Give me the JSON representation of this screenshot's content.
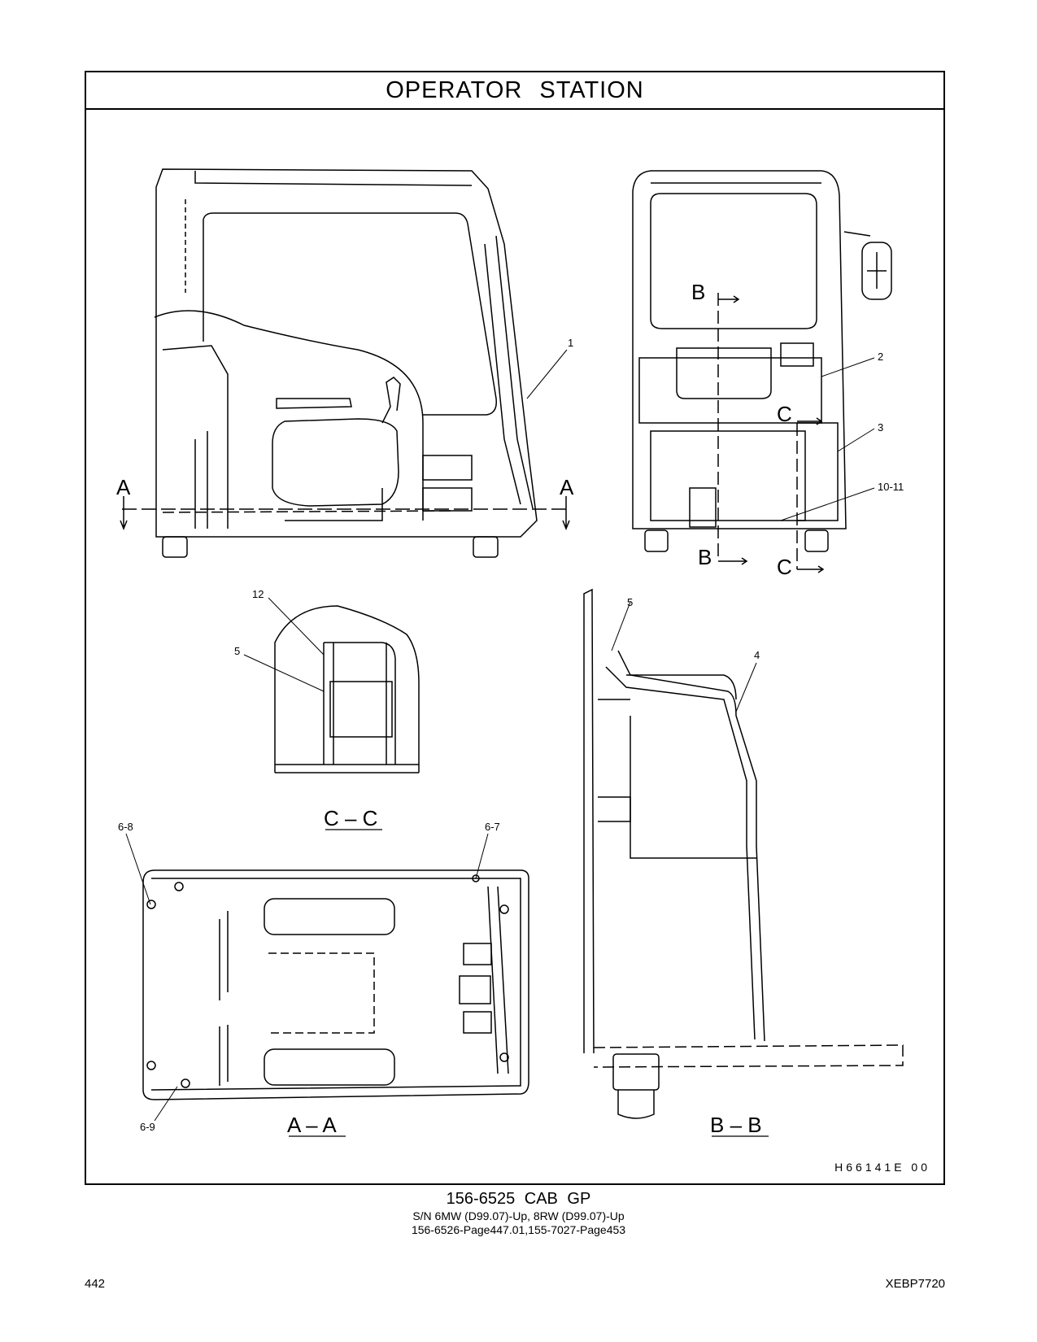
{
  "title": "OPERATOR STATION",
  "callouts": {
    "c1": "1",
    "c2": "2",
    "c3": "3",
    "c10_11": "10-11",
    "c12": "12",
    "c5a": "5",
    "c5b": "5",
    "c4": "4",
    "c6_8": "6-8",
    "c6_7": "6-7",
    "c6_9": "6-9"
  },
  "section_letters": {
    "a": "A",
    "b": "B",
    "c": "C"
  },
  "view_labels": {
    "cc": "C – C",
    "aa": "A – A",
    "bb": "B – B"
  },
  "drawing_id": "H66141E    00",
  "footer": {
    "part": "156-6525   CAB  GP",
    "serial": "S/N 6MW (D99.07)-Up, 8RW (D99.07)-Up",
    "refs": "156-6526-Page447.01,155-7027-Page453"
  },
  "page_number": "442",
  "doc_code": "XEBP7720"
}
